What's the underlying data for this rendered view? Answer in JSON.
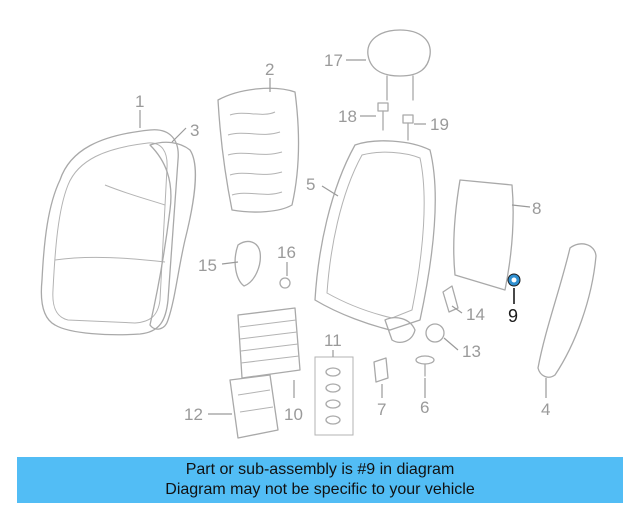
{
  "diagram": {
    "callouts": [
      {
        "id": "p1",
        "label": "1"
      },
      {
        "id": "p2",
        "label": "2"
      },
      {
        "id": "p3",
        "label": "3"
      },
      {
        "id": "p4",
        "label": "4"
      },
      {
        "id": "p5",
        "label": "5"
      },
      {
        "id": "p6",
        "label": "6"
      },
      {
        "id": "p7",
        "label": "7"
      },
      {
        "id": "p8",
        "label": "8"
      },
      {
        "id": "p9",
        "label": "9"
      },
      {
        "id": "p10",
        "label": "10"
      },
      {
        "id": "p11",
        "label": "11"
      },
      {
        "id": "p12",
        "label": "12"
      },
      {
        "id": "p13",
        "label": "13"
      },
      {
        "id": "p14",
        "label": "14"
      },
      {
        "id": "p15",
        "label": "15"
      },
      {
        "id": "p16",
        "label": "16"
      },
      {
        "id": "p17",
        "label": "17"
      },
      {
        "id": "p18",
        "label": "18"
      },
      {
        "id": "p19",
        "label": "19"
      }
    ],
    "highlighted_part": "9",
    "highlight_color": "#2f8fd0",
    "line_color": "#a9a9a9"
  },
  "caption": {
    "line1": "Part or sub-assembly is #9 in diagram",
    "line2": "Diagram may not be specific to your vehicle",
    "background": "#52bdf5"
  }
}
